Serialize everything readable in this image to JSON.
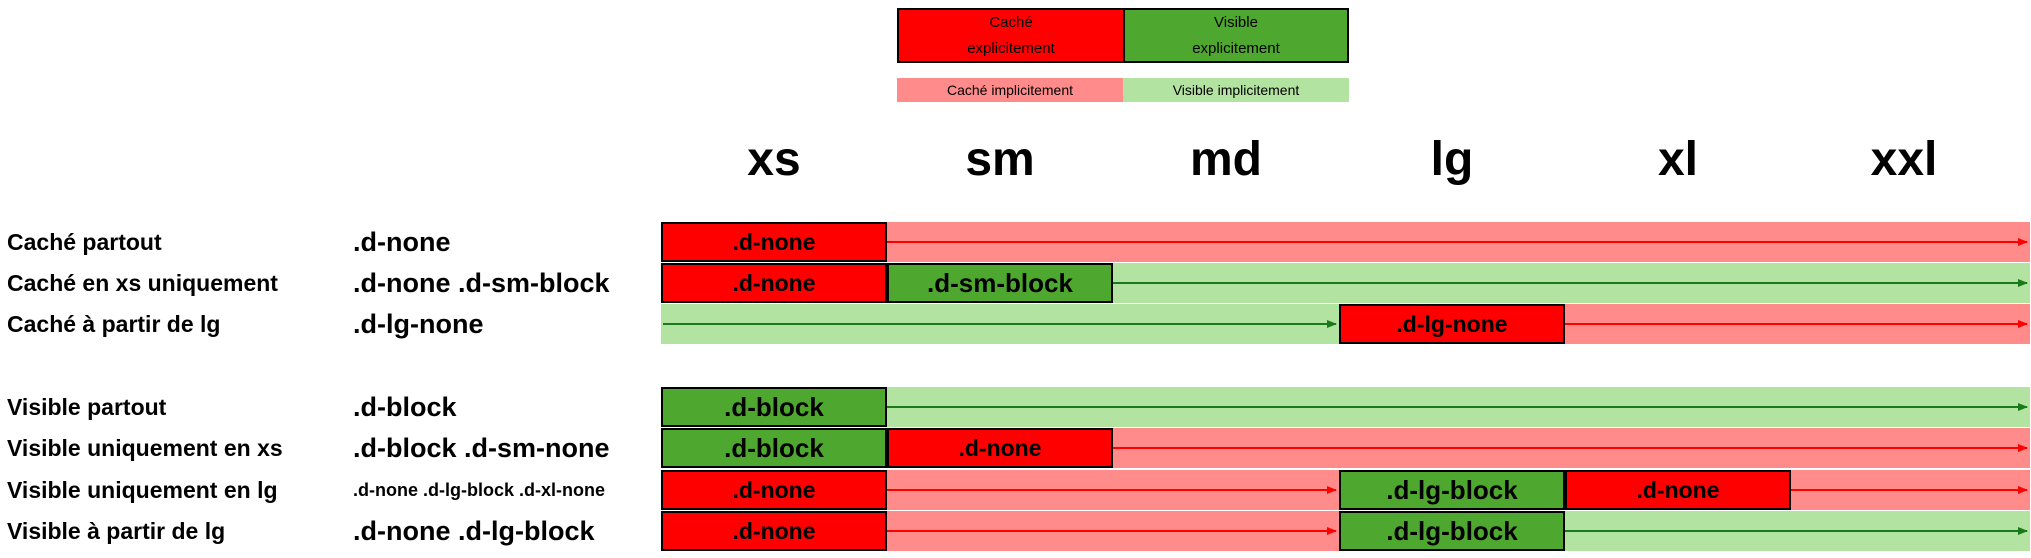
{
  "colors": {
    "hidden_explicit": "#ff0000",
    "visible_explicit": "#4ea72e",
    "hidden_implicit": "#ff8b8b",
    "visible_implicit": "#b3e3a0",
    "arrow_red": "#ff0000",
    "arrow_green": "#1a7a1a"
  },
  "legend": {
    "hidden_explicit": "Caché\nexplicitement",
    "visible_explicit": "Visible\nexplicitement",
    "hidden_implicit": "Caché implicitement",
    "visible_implicit": "Visible implicitement"
  },
  "breakpoints": [
    "xs",
    "sm",
    "md",
    "lg",
    "xl",
    "xxl"
  ],
  "rows": [
    {
      "label": "Caché  partout",
      "classes": ".d-none",
      "cells": [
        {
          "start": 0,
          "span": 1,
          "text": ".d-none",
          "state": "hidden"
        }
      ],
      "bands": [
        {
          "start": 1,
          "end": 6,
          "state": "hidden"
        }
      ]
    },
    {
      "label": "Caché en xs uniquement",
      "classes": ".d-none .d-sm-block",
      "cells": [
        {
          "start": 0,
          "span": 1,
          "text": ".d-none",
          "state": "hidden"
        },
        {
          "start": 1,
          "span": 1,
          "text": ".d-sm-block",
          "state": "visible"
        }
      ],
      "bands": [
        {
          "start": 2,
          "end": 6,
          "state": "visible"
        }
      ]
    },
    {
      "label": "Caché à partir de lg",
      "classes": ".d-lg-none",
      "cells": [
        {
          "start": 3,
          "span": 1,
          "text": ".d-lg-none",
          "state": "hidden"
        }
      ],
      "bands": [
        {
          "start": 0,
          "end": 3,
          "state": "visible"
        },
        {
          "start": 4,
          "end": 6,
          "state": "hidden"
        }
      ]
    },
    {
      "label": "Visible partout",
      "classes": ".d-block",
      "cells": [
        {
          "start": 0,
          "span": 1,
          "text": ".d-block",
          "state": "visible"
        }
      ],
      "bands": [
        {
          "start": 1,
          "end": 6,
          "state": "visible"
        }
      ]
    },
    {
      "label": "Visible uniquement en xs",
      "classes": ".d-block .d-sm-none",
      "cells": [
        {
          "start": 0,
          "span": 1,
          "text": ".d-block",
          "state": "visible"
        },
        {
          "start": 1,
          "span": 1,
          "text": ".d-none",
          "state": "hidden"
        }
      ],
      "bands": [
        {
          "start": 2,
          "end": 6,
          "state": "hidden"
        }
      ]
    },
    {
      "label": "Visible uniquement en lg",
      "classes": ".d-none .d-lg-block .d-xl-none",
      "cells": [
        {
          "start": 0,
          "span": 1,
          "text": ".d-none",
          "state": "hidden"
        },
        {
          "start": 3,
          "span": 1,
          "text": ".d-lg-block",
          "state": "visible"
        },
        {
          "start": 4,
          "span": 1,
          "text": ".d-none",
          "state": "hidden"
        }
      ],
      "bands": [
        {
          "start": 1,
          "end": 3,
          "state": "hidden"
        },
        {
          "start": 5,
          "end": 6,
          "state": "hidden"
        }
      ]
    },
    {
      "label": "Visible à partir de lg",
      "classes": ".d-none .d-lg-block",
      "cells": [
        {
          "start": 0,
          "span": 1,
          "text": ".d-none",
          "state": "hidden"
        },
        {
          "start": 3,
          "span": 1,
          "text": ".d-lg-block",
          "state": "visible"
        }
      ],
      "bands": [
        {
          "start": 1,
          "end": 3,
          "state": "hidden"
        },
        {
          "start": 4,
          "end": 6,
          "state": "visible"
        }
      ]
    }
  ]
}
